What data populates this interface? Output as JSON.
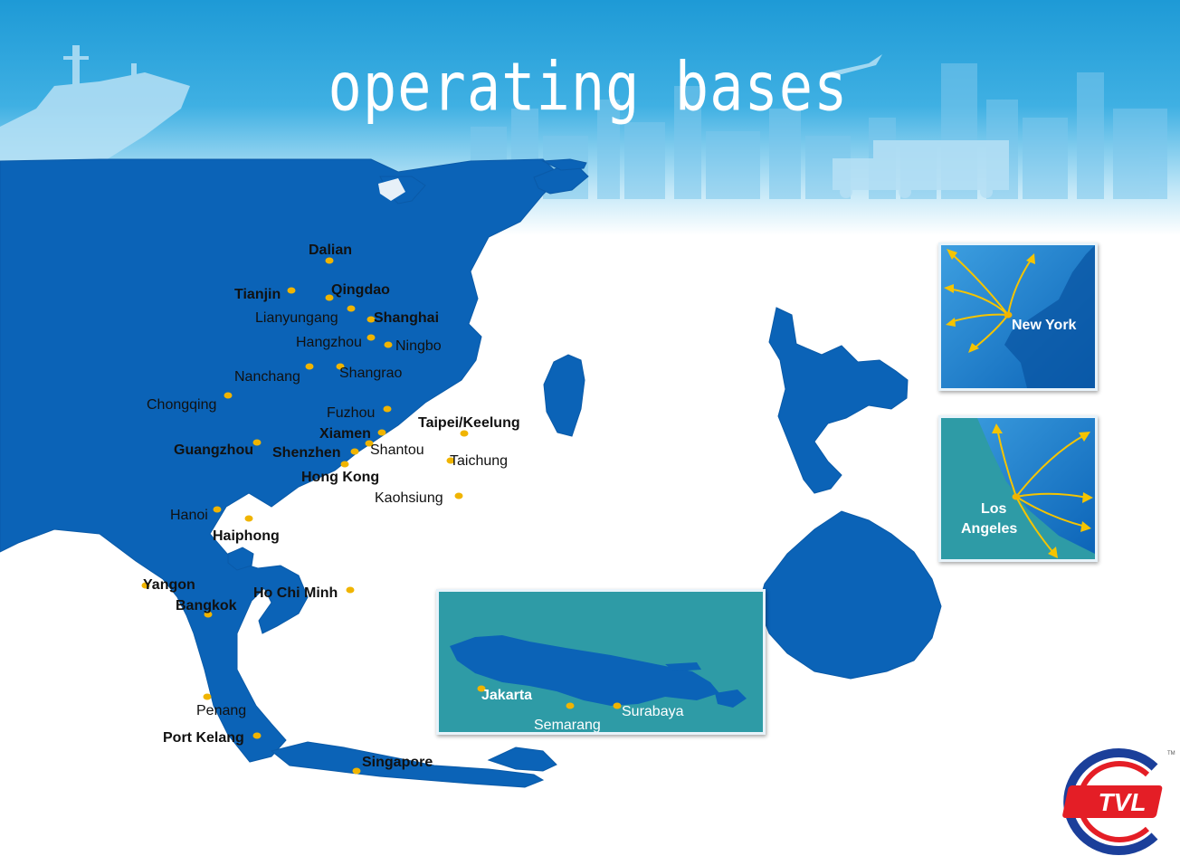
{
  "title": "operating bases",
  "colors": {
    "land": "#0b63b7",
    "inset_java": "#2e9ba6",
    "dot": "#f0b400",
    "logo_red": "#e41e26",
    "logo_blue": "#1b3f9a"
  },
  "main_map": {
    "cities": [
      {
        "id": "dalian",
        "name": "Dalian",
        "major": true
      },
      {
        "id": "tianjin",
        "name": "Tianjin",
        "major": true
      },
      {
        "id": "qingdao",
        "name": "Qingdao",
        "major": true
      },
      {
        "id": "lianyungang",
        "name": "Lianyungang",
        "major": false
      },
      {
        "id": "shanghai",
        "name": "Shanghai",
        "major": true
      },
      {
        "id": "hangzhou",
        "name": "Hangzhou",
        "major": false
      },
      {
        "id": "ningbo",
        "name": "Ningbo",
        "major": false
      },
      {
        "id": "nanchang",
        "name": "Nanchang",
        "major": false
      },
      {
        "id": "shangrao",
        "name": "Shangrao",
        "major": false
      },
      {
        "id": "chongqing",
        "name": "Chongqing",
        "major": false
      },
      {
        "id": "fuzhou",
        "name": "Fuzhou",
        "major": false
      },
      {
        "id": "taipei",
        "name": "Taipei/Keelung",
        "major": true
      },
      {
        "id": "xiamen",
        "name": "Xiamen",
        "major": true
      },
      {
        "id": "guangzhou",
        "name": "Guangzhou",
        "major": true
      },
      {
        "id": "shenzhen",
        "name": "Shenzhen",
        "major": true
      },
      {
        "id": "shantou",
        "name": "Shantou",
        "major": false
      },
      {
        "id": "taichung",
        "name": "Taichung",
        "major": false
      },
      {
        "id": "hongkong",
        "name": "Hong Kong",
        "major": true
      },
      {
        "id": "kaohsiung",
        "name": "Kaohsiung",
        "major": false
      },
      {
        "id": "hanoi",
        "name": "Hanoi",
        "major": false
      },
      {
        "id": "haiphong",
        "name": "Haiphong",
        "major": true
      },
      {
        "id": "yangon",
        "name": "Yangon",
        "major": true
      },
      {
        "id": "hochiminh",
        "name": "Ho Chi Minh",
        "major": true
      },
      {
        "id": "bangkok",
        "name": "Bangkok",
        "major": true
      },
      {
        "id": "penang",
        "name": "Penang",
        "major": false
      },
      {
        "id": "portkelang",
        "name": "Port Kelang",
        "major": true
      },
      {
        "id": "singapore",
        "name": "Singapore",
        "major": true
      }
    ]
  },
  "insets": {
    "new_york": {
      "label": "New York"
    },
    "los_angeles": {
      "line1": "Los",
      "line2": "Angeles"
    },
    "java": {
      "cities": [
        {
          "id": "jakarta",
          "name": "Jakarta",
          "major": true
        },
        {
          "id": "semarang",
          "name": "Semarang",
          "major": false
        },
        {
          "id": "surabaya",
          "name": "Surabaya",
          "major": false
        }
      ]
    }
  },
  "logo": {
    "text": "TVL",
    "mark": "TM"
  }
}
